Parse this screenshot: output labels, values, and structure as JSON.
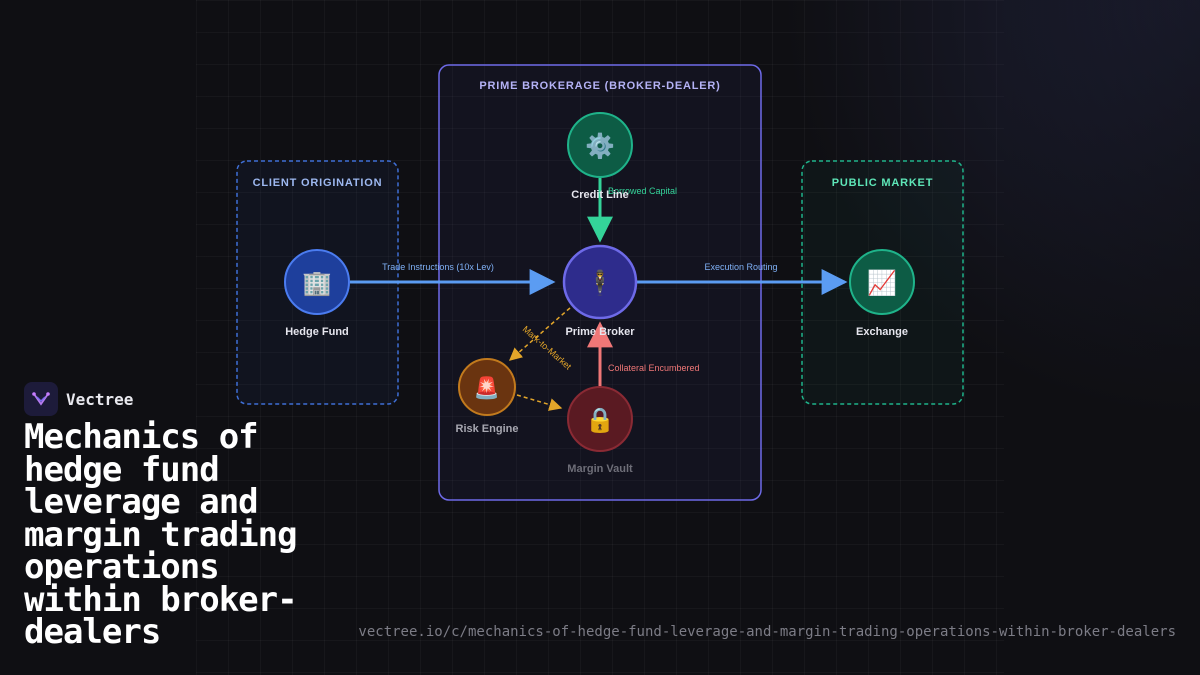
{
  "brand": {
    "name": "Vectree",
    "logo_icon": "vectree-logo-icon"
  },
  "headline": "Mechanics of hedge fund leverage and margin trading operations within broker-dealers",
  "url": "vectree.io/c/mechanics-of-hedge-fund-leverage-and-margin-trading-operations-within-broker-dealers",
  "colors": {
    "client": "#3f6fd6",
    "prime": "#6e6ae8",
    "market": "#1fb38a",
    "blue_edge": "#5b9cf2",
    "green_edge": "#34d399",
    "red_edge": "#f07777",
    "orange_edge": "#e3a62a"
  },
  "diagram": {
    "groups": {
      "client": "CLIENT ORIGINATION",
      "prime": "PRIME BROKERAGE (BROKER-DEALER)",
      "market": "PUBLIC MARKET"
    },
    "nodes": {
      "hedge_fund": {
        "label": "Hedge Fund",
        "icon": "🏢",
        "icon_name": "office-building-icon"
      },
      "credit_line": {
        "label": "Credit Line",
        "icon": "⚙️",
        "icon_name": "gear-icon"
      },
      "prime_broker": {
        "label": "Prime Broker",
        "icon": "🕴",
        "icon_name": "businessman-icon"
      },
      "exchange": {
        "label": "Exchange",
        "icon": "📈",
        "icon_name": "chart-increasing-icon"
      },
      "risk_engine": {
        "label": "Risk Engine",
        "icon": "🚨",
        "icon_name": "siren-icon"
      },
      "margin_vault": {
        "label": "Margin Vault",
        "icon": "🔒",
        "icon_name": "lock-icon"
      }
    },
    "edges": {
      "trade": "Trade Instructions (10x Lev)",
      "execution": "Execution Routing",
      "borrowed": "Borrowed Capital",
      "collateral": "Collateral Encumbered",
      "mtm": "Mark-to-Market"
    }
  }
}
